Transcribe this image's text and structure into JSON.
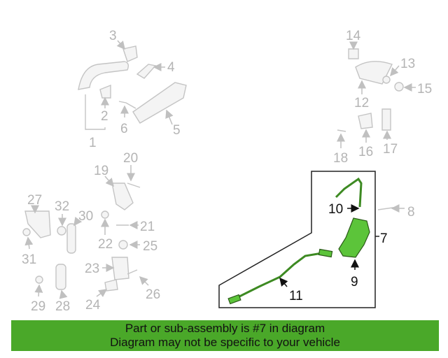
{
  "callouts": {
    "c1": "1",
    "c2": "2",
    "c3": "3",
    "c4": "4",
    "c5": "5",
    "c6": "6",
    "c7": "7",
    "c8": "8",
    "c9": "9",
    "c10": "10",
    "c11": "11",
    "c12": "12",
    "c13": "13",
    "c14": "14",
    "c15": "15",
    "c16": "16",
    "c17": "17",
    "c18": "18",
    "c19": "19",
    "c20": "20",
    "c21": "21",
    "c22": "22",
    "c23": "23",
    "c24": "24",
    "c25": "25",
    "c26": "26",
    "c27": "27",
    "c28": "28",
    "c29": "29",
    "c30": "30",
    "c31": "31",
    "c32": "32"
  },
  "highlight": {
    "part_number": "7",
    "color": "#5cc43a"
  },
  "banner": {
    "line1": "Part or sub-assembly is #7 in diagram",
    "line2": "Diagram may not be specific to your vehicle",
    "color": "#4aa829"
  }
}
